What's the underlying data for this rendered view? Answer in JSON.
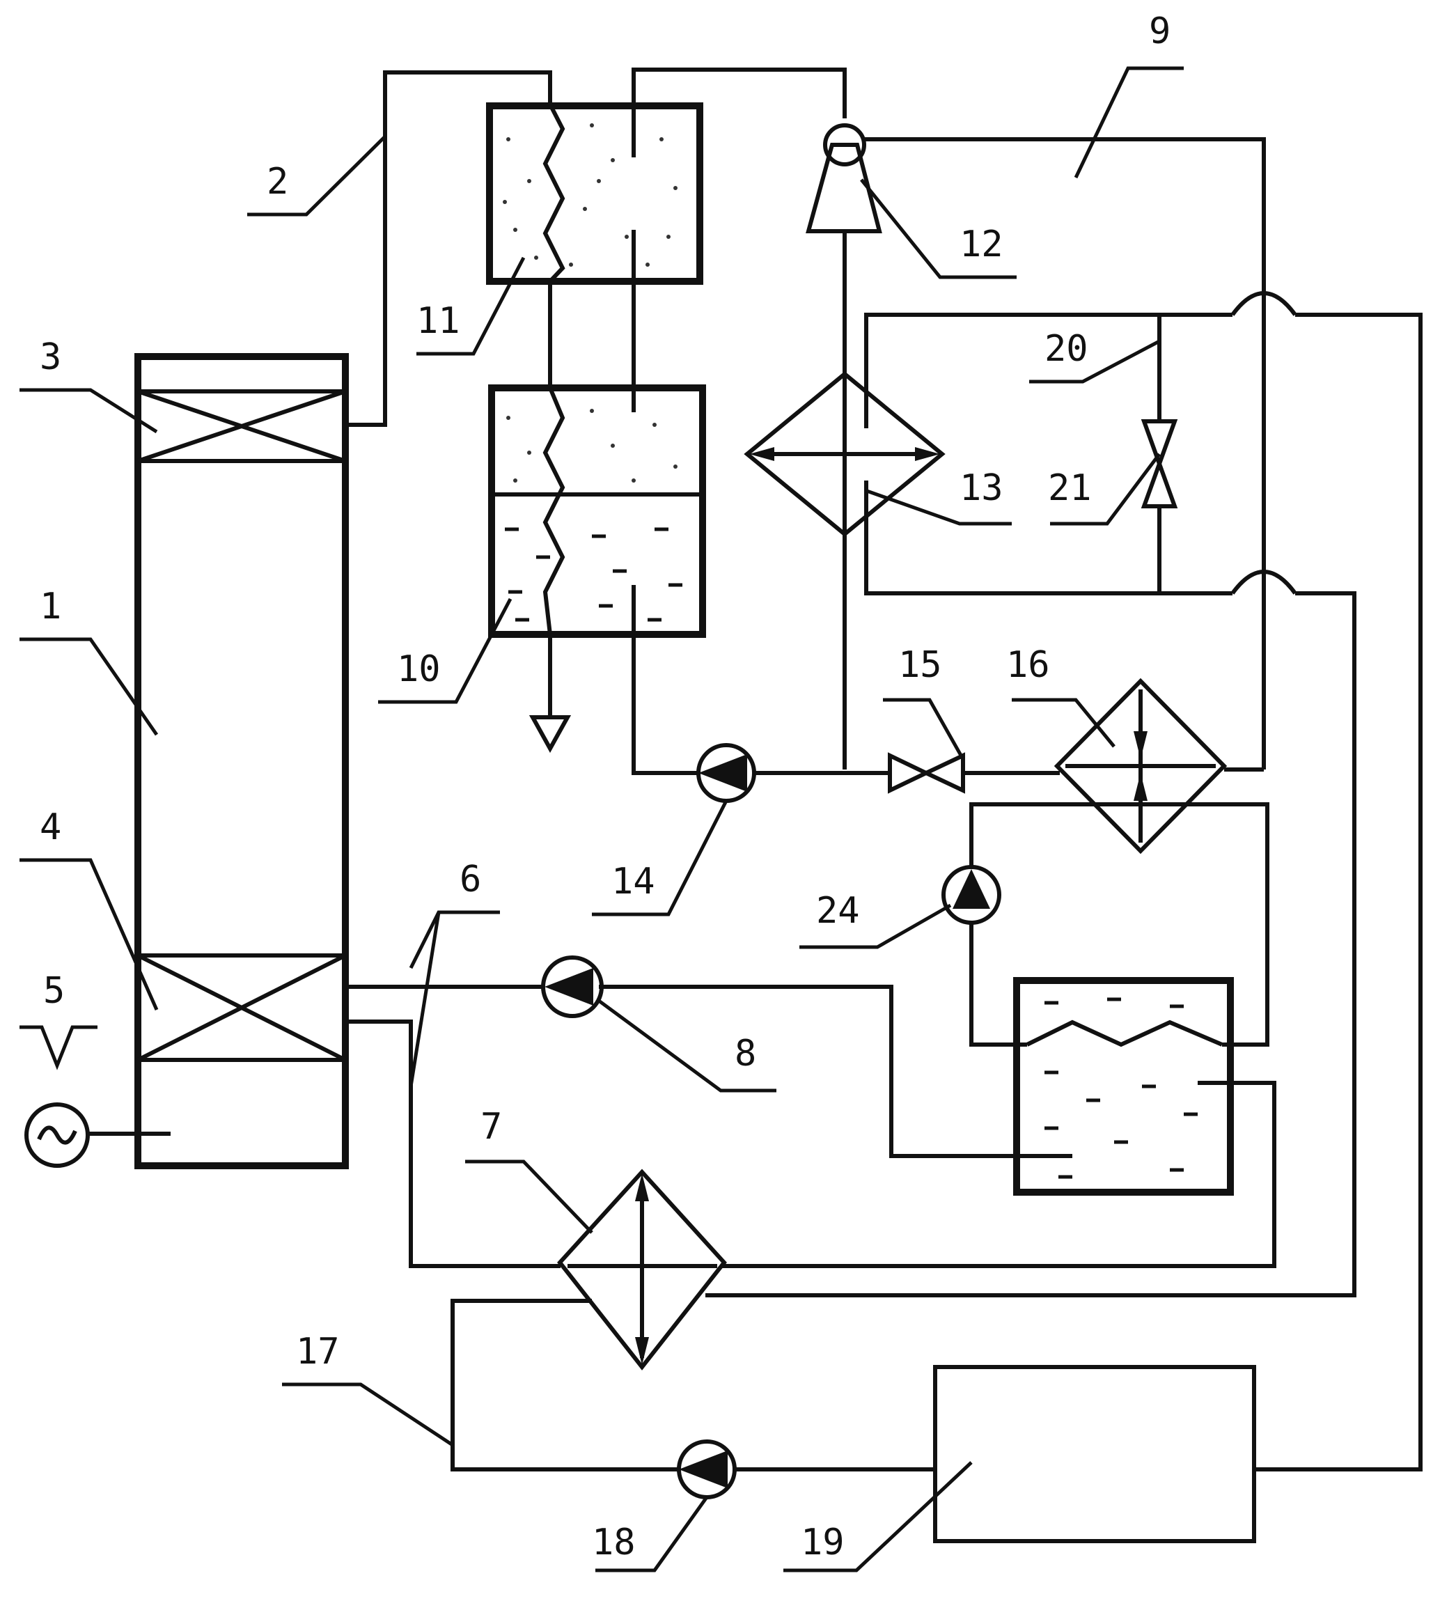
{
  "diagram": {
    "labels": {
      "l1": "1",
      "l2": "2",
      "l3": "3",
      "l4": "4",
      "l5": "5",
      "l6": "6",
      "l7": "7",
      "l8": "8",
      "l9": "9",
      "l10": "10",
      "l11": "11",
      "l12": "12",
      "l13": "13",
      "l14": "14",
      "l15": "15",
      "l16": "16",
      "l17": "17",
      "l18": "18",
      "l19": "19",
      "l20": "20",
      "l21": "21",
      "l24": "24"
    }
  }
}
